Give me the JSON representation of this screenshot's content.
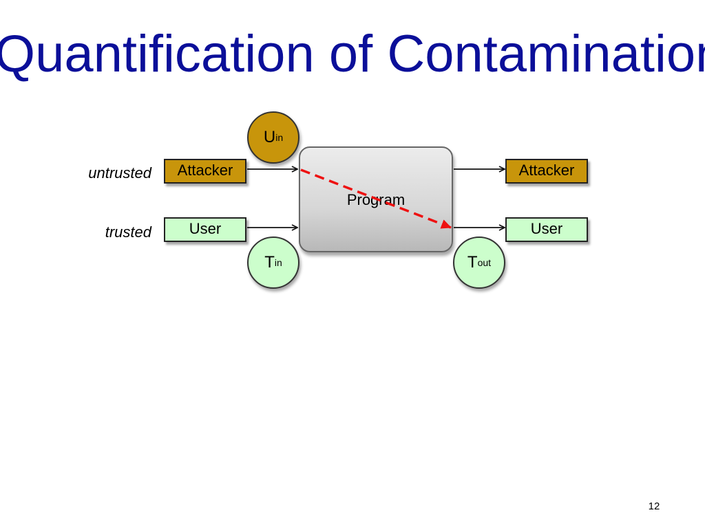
{
  "slide": {
    "title": "Quantification of Contamination",
    "page_number": "12"
  },
  "diagram": {
    "channel_labels": {
      "untrusted": "untrusted",
      "trusted": "trusted"
    },
    "inputs": {
      "attacker": "Attacker",
      "user": "User"
    },
    "outputs": {
      "attacker": "Attacker",
      "user": "User"
    },
    "program": "Program",
    "nodes": {
      "u_in": {
        "base": "U",
        "sub": "in"
      },
      "t_in": {
        "base": "T",
        "sub": "in"
      },
      "t_out": {
        "base": "T",
        "sub": "out"
      }
    },
    "flow_color": "#ee1111"
  },
  "colors": {
    "title": "#0b0f99",
    "untrusted_fill": "#c8950b",
    "trusted_fill": "#ccfecc"
  }
}
